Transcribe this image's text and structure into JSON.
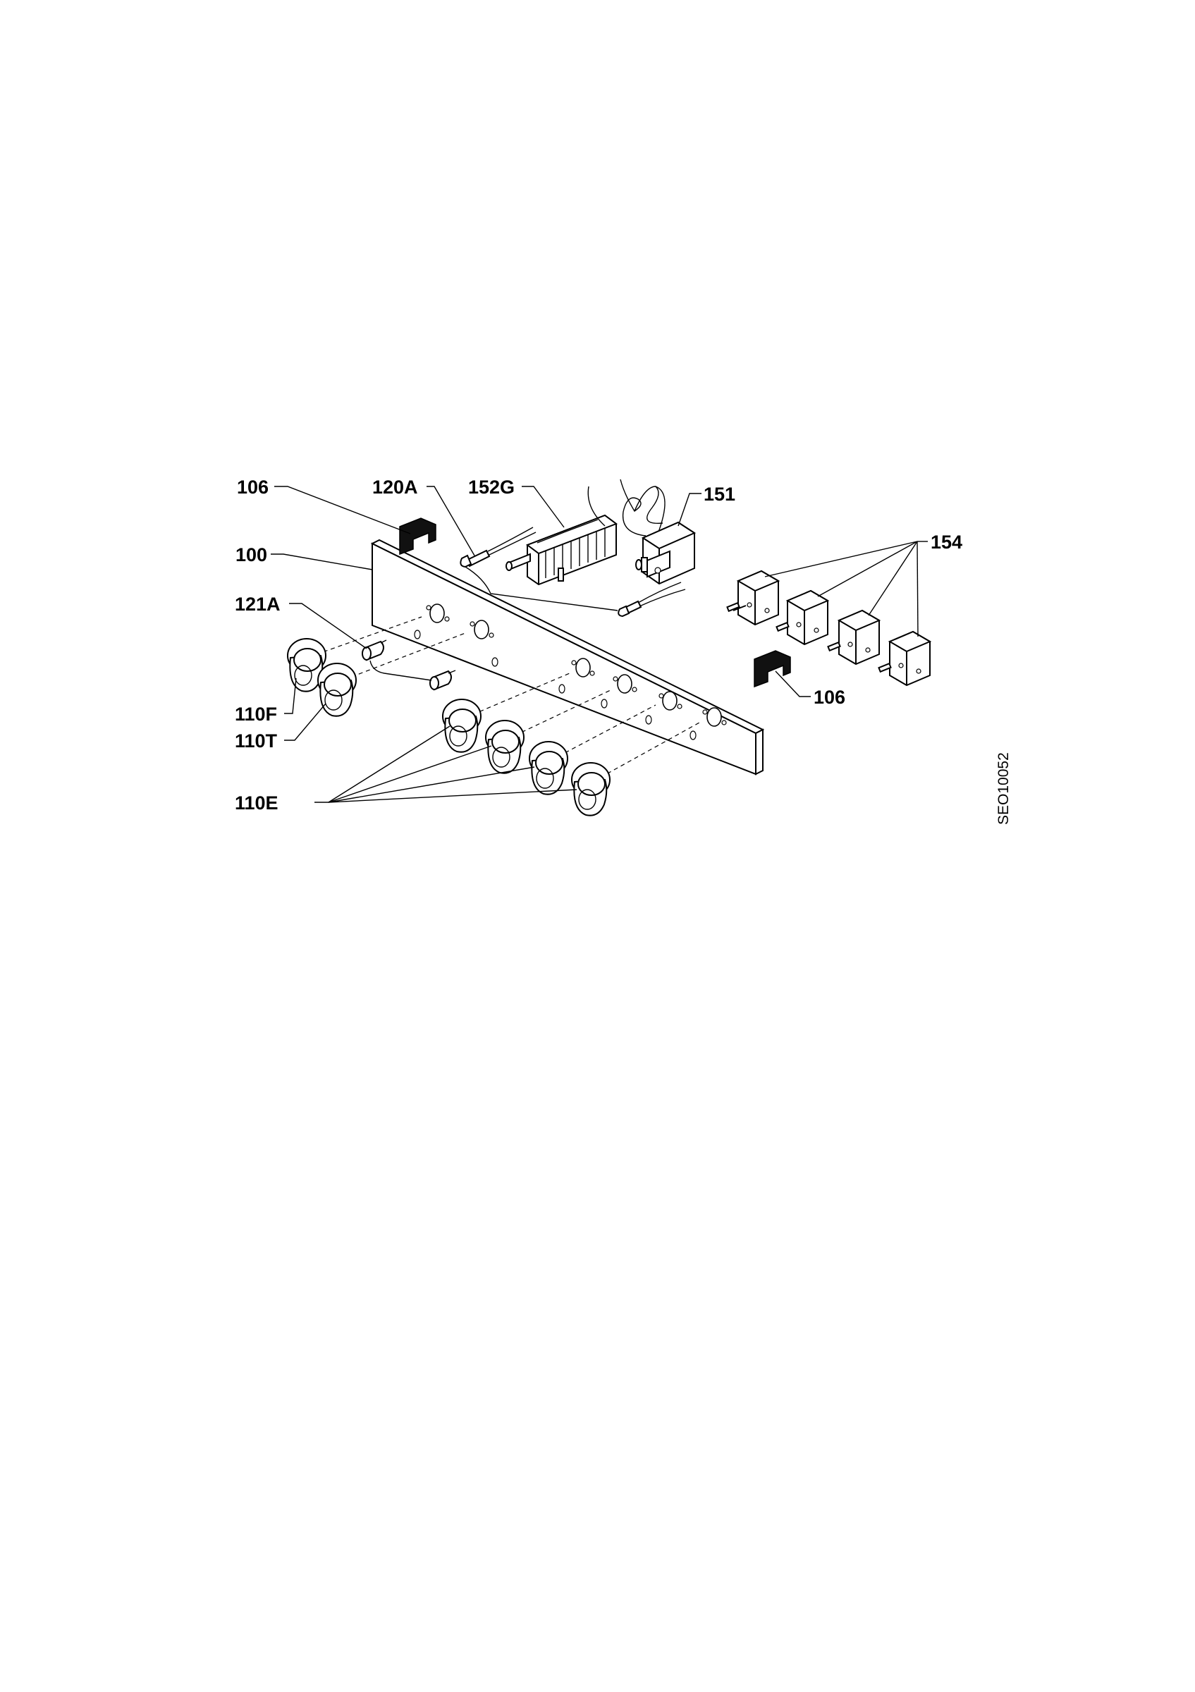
{
  "labels": {
    "l106_top": "106",
    "l120A": "120A",
    "l152G": "152G",
    "l151": "151",
    "l154": "154",
    "l100": "100",
    "l121A": "121A",
    "l106_right": "106",
    "l110F": "110F",
    "l110T": "110T",
    "l110E": "110E"
  },
  "reference": "SEO10052"
}
